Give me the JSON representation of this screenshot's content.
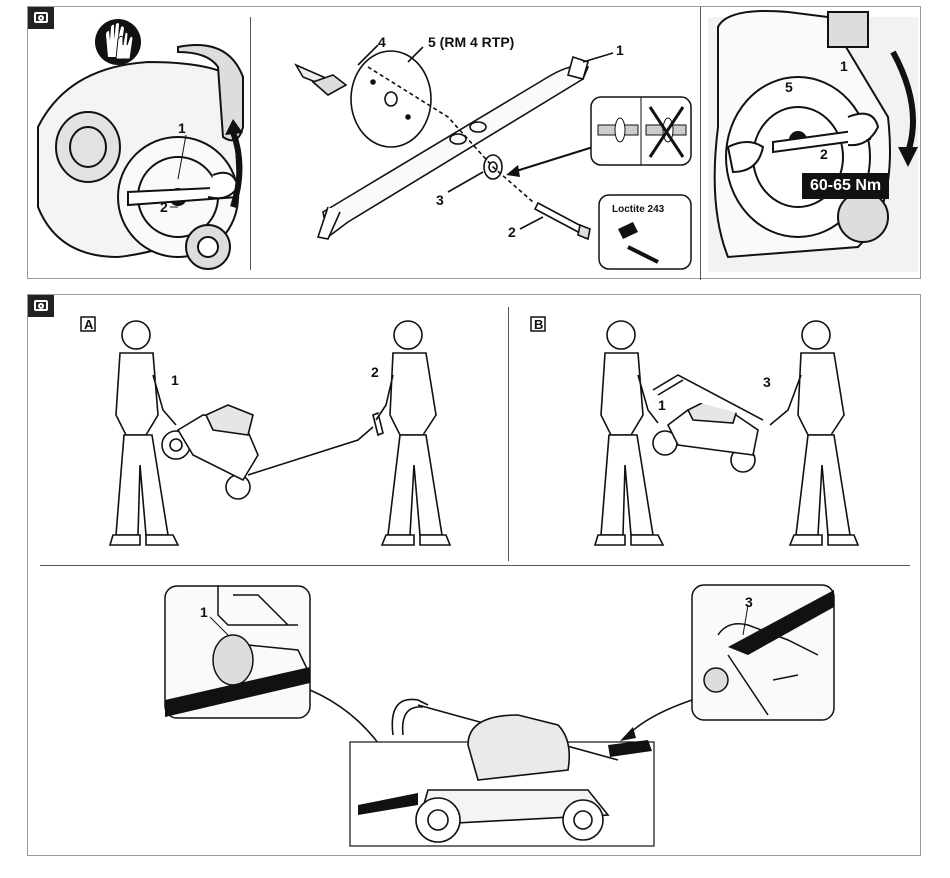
{
  "top_panel": {
    "left_step": {
      "label_1": "1",
      "label_2": "2"
    },
    "center_step": {
      "label_1": "1",
      "label_2": "2",
      "label_3": "3",
      "label_4": "4",
      "label_5": "5 (RM 4 RTP)",
      "loctite": "Loctite 243"
    },
    "right_step": {
      "label_1": "1",
      "label_2": "2",
      "label_5": "5",
      "torque": "60-65 Nm"
    }
  },
  "bottom_panel": {
    "variant_a": {
      "badge": "A",
      "label_1": "1",
      "label_2": "2"
    },
    "variant_b": {
      "badge": "B",
      "label_1": "1",
      "label_3": "3"
    },
    "detail": {
      "label_1": "1",
      "label_3": "3"
    }
  },
  "icons": [
    "camera-icon",
    "gloves-icon"
  ]
}
